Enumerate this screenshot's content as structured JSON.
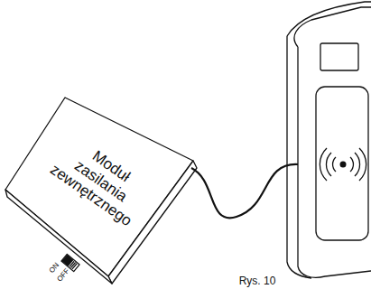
{
  "diagram": {
    "caption": "Rys. 10",
    "nodes": [
      {
        "text": [
          "Moduł zasilania zewnętrznego"
        ]
      }
    ],
    "labels": [
      "OFF",
      "ON"
    ]
  }
}
